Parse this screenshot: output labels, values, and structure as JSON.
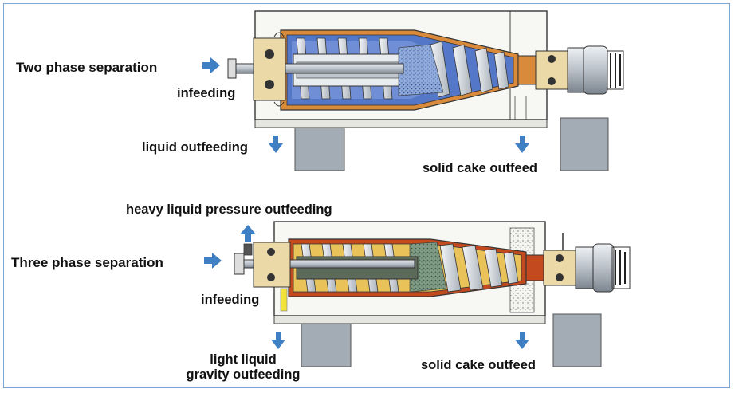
{
  "top": {
    "title": "Two phase separation",
    "infeed": "infeeding",
    "liquid_out": "liquid outfeeding",
    "solid_out": "solid cake outfeed"
  },
  "bottom": {
    "title": "Three phase separation",
    "heavy_out": "heavy liquid pressure outfeeding",
    "infeed": "infeeding",
    "light_out_line1": "light liquid",
    "light_out_line2": "gravity outfeeding",
    "solid_out": "solid cake outfeed"
  },
  "colors": {
    "arrow": "#3f7fc4",
    "bowl_blue": "#5577c8",
    "bowl_orange": "#d98a3a",
    "base_gray": "#9aa4ae",
    "steel": "#c9ced4"
  }
}
